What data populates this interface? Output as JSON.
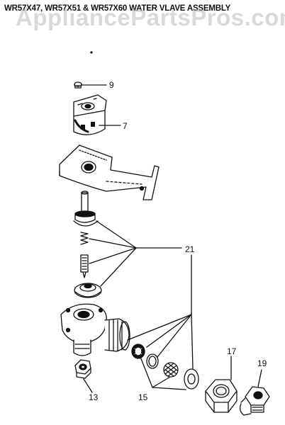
{
  "title": "WR57X47, WR57X51 & WR57X60 WATER VLAVE ASSEMBLY",
  "watermark": "AppliancePartsPros.com",
  "callouts": {
    "screw": "9",
    "coil": "7",
    "valve_parts": "21",
    "nut_small": "13",
    "screens": "15",
    "nut_large": "17",
    "elbow": "19"
  },
  "colors": {
    "ink": "#111111",
    "watermark": "#aaaaaa",
    "background": "#ffffff"
  }
}
